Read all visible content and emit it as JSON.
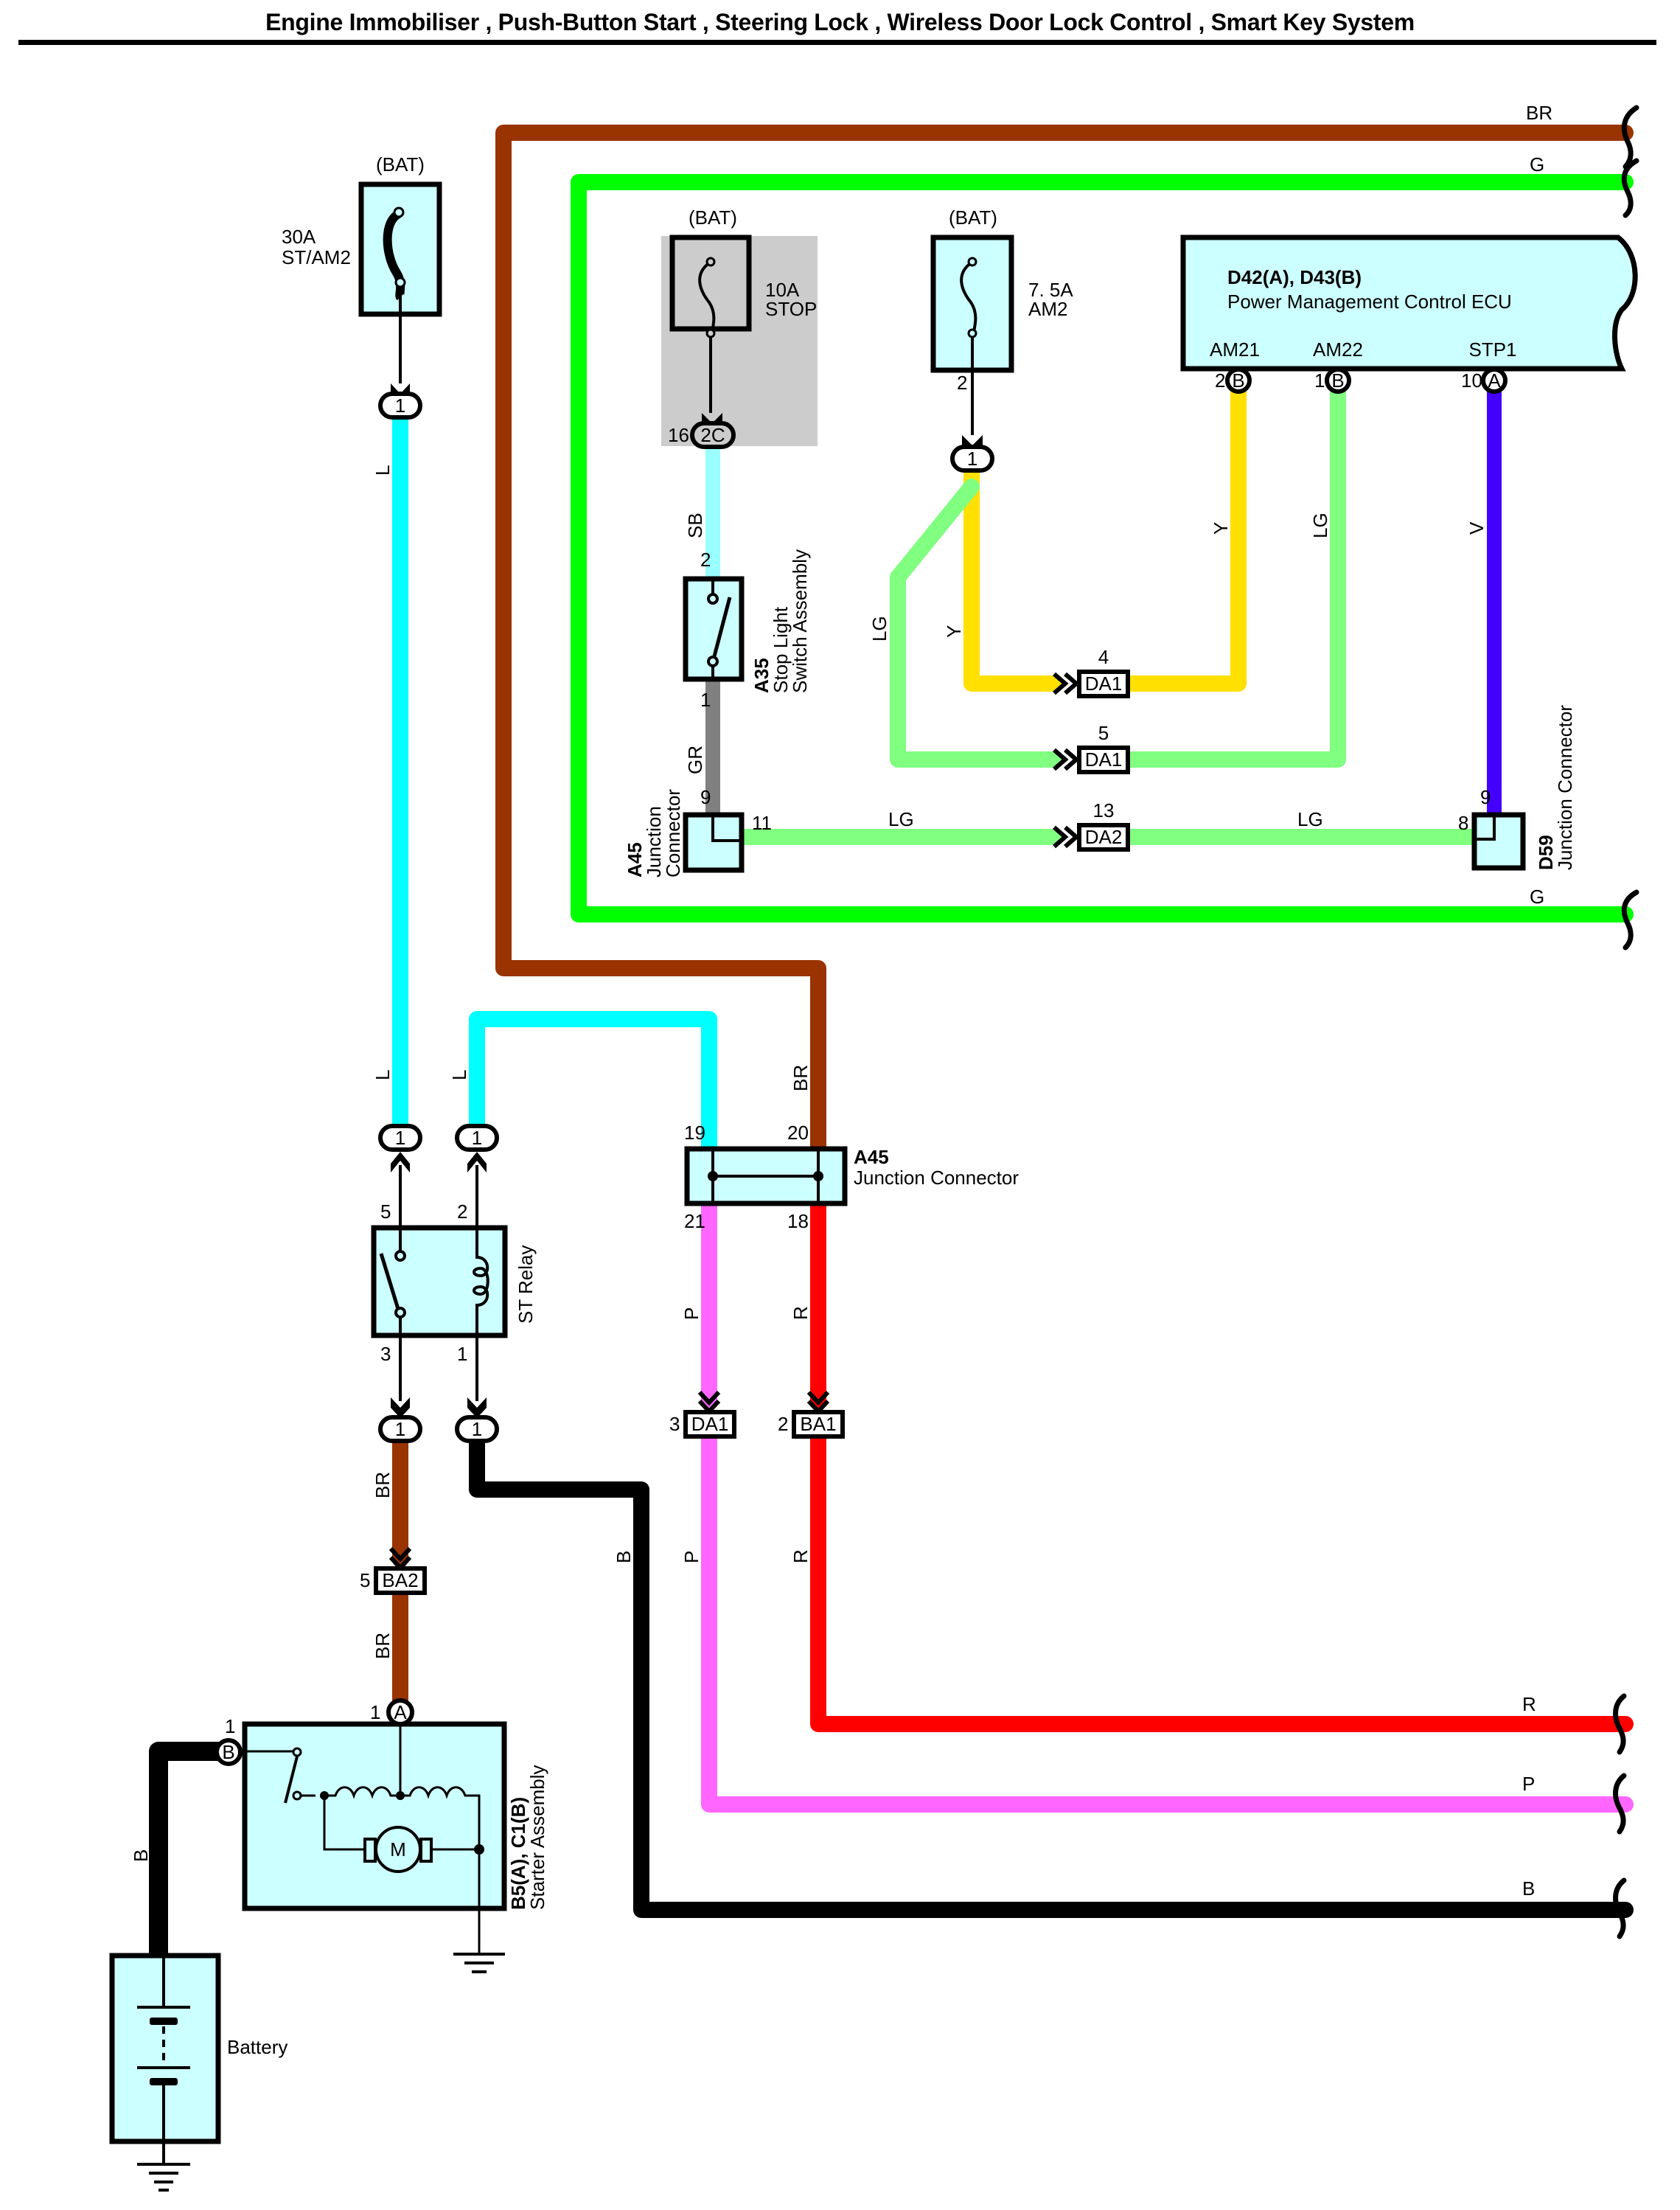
{
  "title": "Engine Immobiliser , Push-Button Start , Steering Lock , Wireless Door Lock Control , Smart Key System",
  "colors": {
    "BR": "#993300",
    "G": "#00ff00",
    "L": "#00ffff",
    "SB": "#99ffff",
    "Y": "#ffe000",
    "LG": "#80ff80",
    "V": "#4400ff",
    "GR": "#808080",
    "P": "#ff66ff",
    "R": "#ff0000",
    "B": "#000000",
    "component_fill": "#ccffff",
    "shaded_area": "#cccccc"
  },
  "fuses": {
    "st_am2": {
      "source": "(BAT)",
      "rating": "30A",
      "name": "ST/AM2",
      "connector": "1"
    },
    "stop": {
      "source": "(BAT)",
      "rating": "10A",
      "name": "STOP",
      "connector": "2C",
      "pin": "16"
    },
    "am2": {
      "source": "(BAT)",
      "rating": "7. 5A",
      "name": "AM2",
      "pin": "2",
      "connector": "1"
    }
  },
  "ecu": {
    "id": "D42(A), D43(B)",
    "name": "Power Management Control ECU",
    "pins": [
      {
        "label": "AM21",
        "pin": "2",
        "connector": "B",
        "wire": "Y"
      },
      {
        "label": "AM22",
        "pin": "1",
        "connector": "B",
        "wire": "LG"
      },
      {
        "label": "STP1",
        "pin": "10",
        "connector": "A",
        "wire": "V"
      }
    ]
  },
  "stop_light_switch": {
    "id": "A35",
    "name_line1": "Stop Light",
    "name_line2": "Switch Assembly",
    "pin_top": "2",
    "pin_bottom": "1",
    "wire_top": "SB",
    "wire_bottom": "GR"
  },
  "junction_a45_top": {
    "id": "A45",
    "name_line1": "Junction",
    "name_line2": "Connector",
    "pin_in": "9",
    "pin_out": "11",
    "wire_out": "LG"
  },
  "junction_d59": {
    "id": "D59",
    "name": "Junction Connector",
    "pin_top": "9",
    "pin_left": "8",
    "wire_left": "LG"
  },
  "inline_connectors": {
    "da1_4": {
      "pin": "4",
      "label": "DA1"
    },
    "da1_5": {
      "pin": "5",
      "label": "DA1"
    },
    "da2_13": {
      "pin": "13",
      "label": "DA2"
    },
    "da1_3": {
      "pin": "3",
      "label": "DA1"
    },
    "ba1_2": {
      "pin": "2",
      "label": "BA1"
    },
    "ba2_5": {
      "pin": "5",
      "label": "BA2"
    }
  },
  "wire_labels": {
    "top_br": "BR",
    "top_g": "G",
    "bottom_g": "G",
    "l_left": "L",
    "l_left_lower": "L",
    "l_right": "L",
    "sb": "SB",
    "gr": "GR",
    "lg_left": "LG",
    "y_left": "Y",
    "y_right": "Y",
    "lg_right": "LG",
    "v": "V",
    "lg_bottom_left": "LG",
    "lg_bottom_right": "LG",
    "br_mid": "BR",
    "p_upper": "P",
    "r_upper": "R",
    "br_relay_out": "BR",
    "br_starter": "BR",
    "b_relay": "B",
    "p_lower": "P",
    "r_lower": "R",
    "r_right": "R",
    "p_right": "P",
    "b_right": "B",
    "b_battery": "B"
  },
  "st_relay": {
    "name": "ST Relay",
    "pin_5": "5",
    "pin_2": "2",
    "pin_3": "3",
    "pin_1": "1",
    "connector": "1"
  },
  "junction_a45_mid": {
    "id": "A45",
    "name": "Junction Connector",
    "pin_19": "19",
    "pin_20": "20",
    "pin_21": "21",
    "pin_18": "18"
  },
  "starter": {
    "id": "B5(A), C1(B)",
    "name": "Starter Assembly",
    "pin_a": "1",
    "conn_a": "A",
    "pin_b": "1",
    "conn_b": "B",
    "motor": "M"
  },
  "battery": {
    "name": "Battery"
  }
}
